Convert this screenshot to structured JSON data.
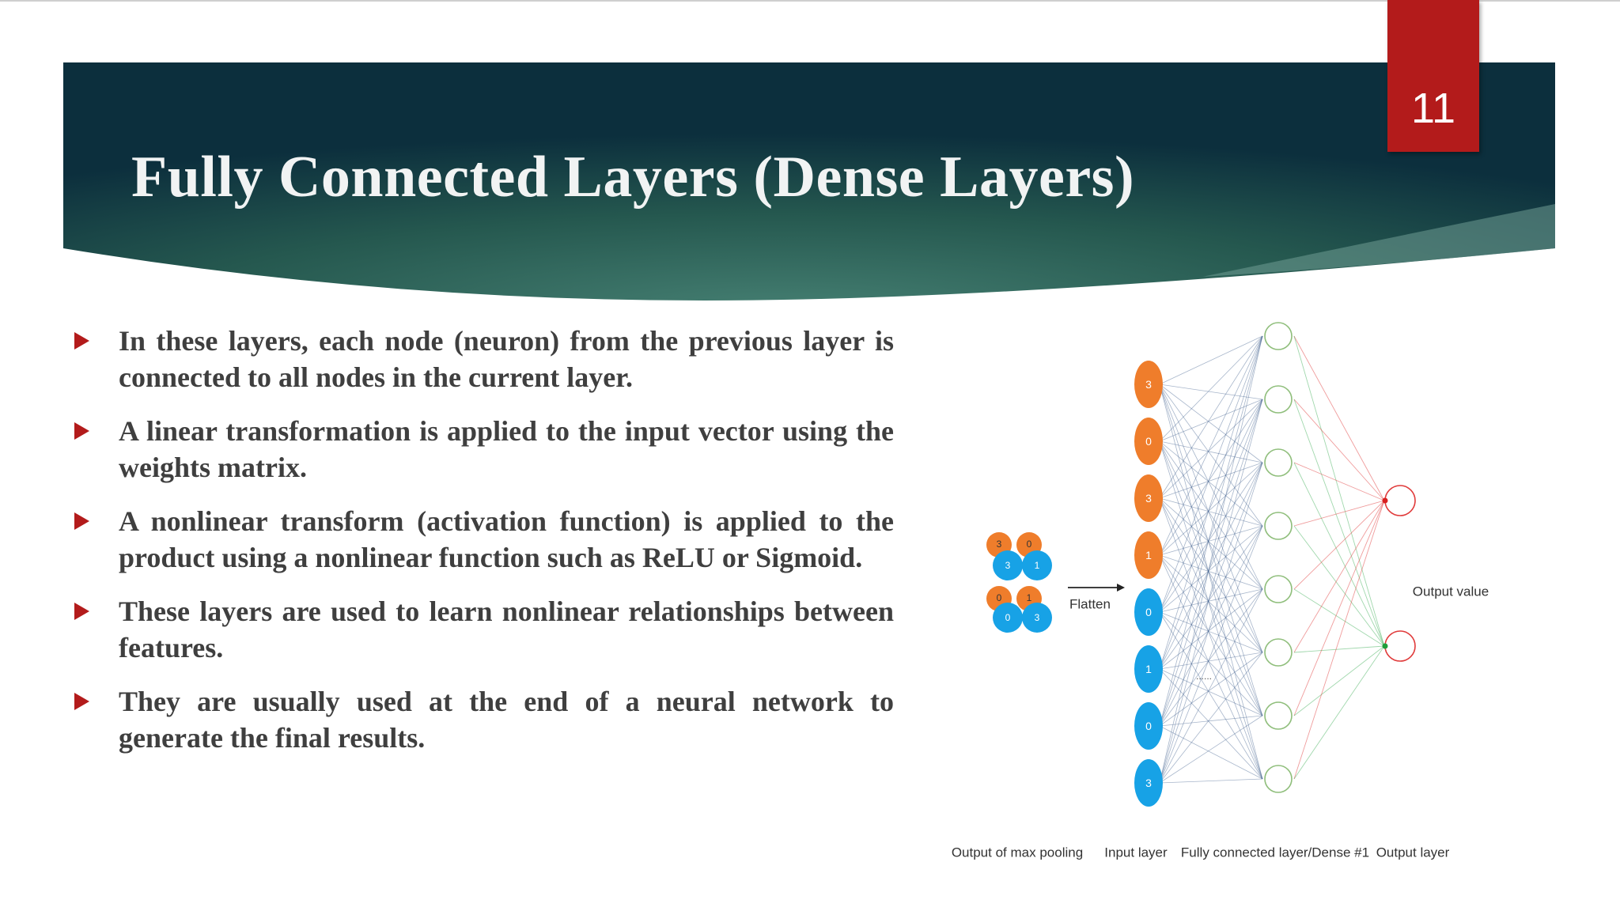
{
  "slide": {
    "title": "Fully Connected Layers (Dense Layers)",
    "page_number": "11",
    "colors": {
      "banner_dark": "#0e3a48",
      "banner_light": "#3f7b70",
      "accent": "#b31b1b",
      "text": "#3f3f3f"
    }
  },
  "bullets": [
    "In these layers, each node (neuron) from the previous layer is connected to all nodes in the current layer.",
    "A linear transformation is applied to the input vector using the weights matrix.",
    "A nonlinear transform (activation function) is applied to the product using a nonlinear function such as ReLU or Sigmoid.",
    "These layers are used to learn nonlinear relationships between features.",
    "They are usually used at the end of a neural network to generate the final results."
  ],
  "diagram": {
    "pooling_values": [
      "3",
      "0",
      "0",
      "1",
      "3",
      "1",
      "0",
      "3"
    ],
    "flatten_label": "Flatten",
    "input_nodes": [
      "3",
      "0",
      "3",
      "1",
      "0",
      "1",
      "0",
      "3"
    ],
    "ellipsis": "......",
    "output_label": "Output value",
    "captions": {
      "max_pooling": "Output of max pooling",
      "input_layer": "Input layer",
      "dense_layer": "Fully connected layer/Dense #1",
      "output_layer": "Output layer"
    },
    "colors": {
      "orange": "#ef7d2b",
      "blue": "#17a2e6",
      "hidden": "#8fbe7b",
      "output": "#e03a3a",
      "edge": "#3d5d8c"
    }
  }
}
